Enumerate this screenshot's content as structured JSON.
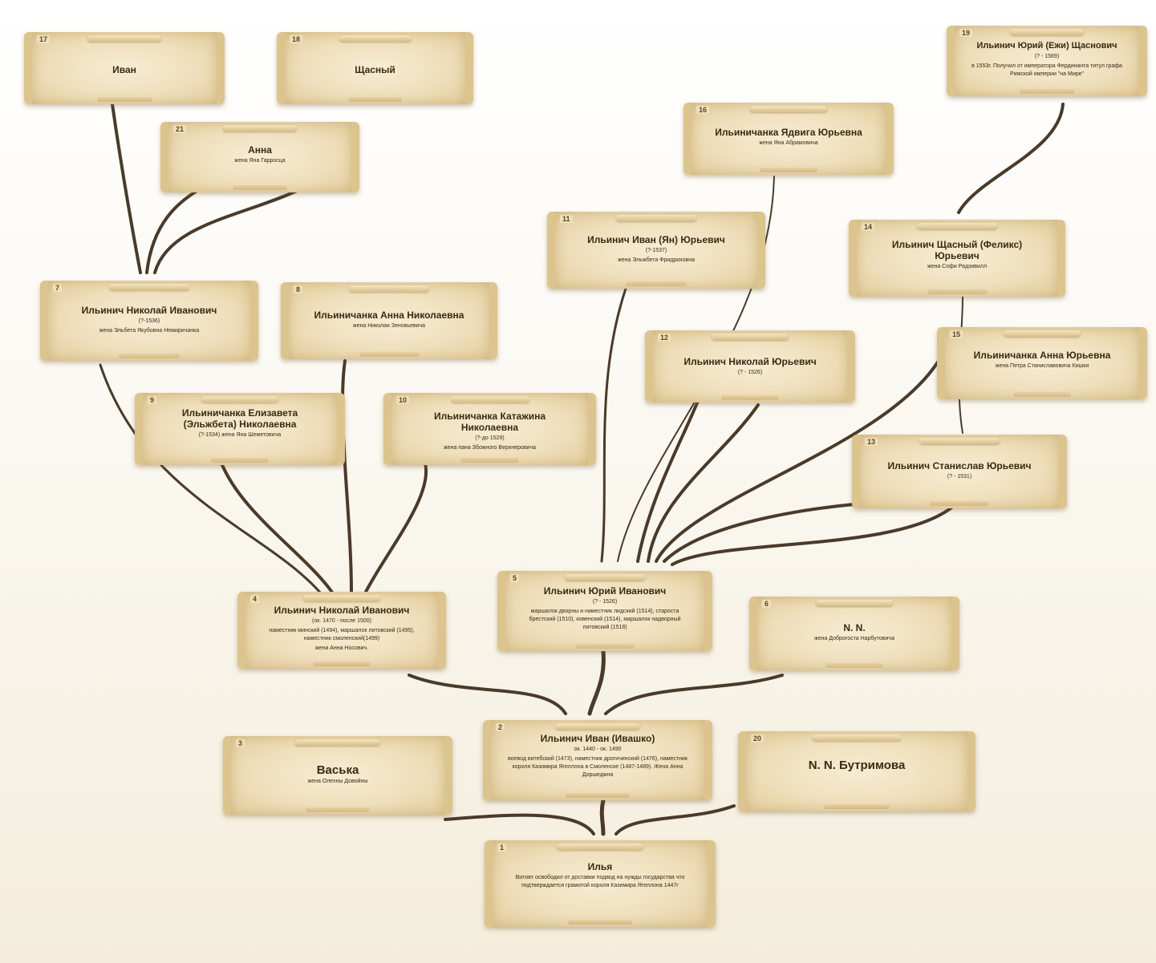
{
  "nodes": [
    {
      "id": "n17",
      "num": "17",
      "name": "Иван",
      "details": []
    },
    {
      "id": "n18",
      "num": "18",
      "name": "Щасный",
      "details": []
    },
    {
      "id": "n21",
      "num": "21",
      "name": "Анна",
      "details": [
        "жена Яна Гарросца"
      ]
    },
    {
      "id": "n7",
      "num": "7",
      "name": "Ильинич Николай Иванович",
      "details": [
        "(?-1536)",
        "жена Эльбета Якубовна Немиричанка"
      ]
    },
    {
      "id": "n8",
      "num": "8",
      "name": "Ильиничанка Анна Николаевна",
      "details": [
        "жена Николая Зеновьевича"
      ]
    },
    {
      "id": "n9",
      "num": "9",
      "name": "Ильиничанка Елизавета (Эльжбета) Николаевна",
      "details": [
        "(?-1534) жена Яна Шеметовича"
      ]
    },
    {
      "id": "n10",
      "num": "10",
      "name": "Ильиничанка Катажина Николаевна",
      "details": [
        "(?-до 1529)",
        "жена пана Збожного Верхнеровича"
      ]
    },
    {
      "id": "n11",
      "num": "11",
      "name": "Ильинич Иван (Ян) Юрьевич",
      "details": [
        "(?-1537)",
        "жена Эльжбета Фридриховна"
      ]
    },
    {
      "id": "n12",
      "num": "12",
      "name": "Ильинич Николай Юрьевич",
      "details": [
        "(? - 1526)"
      ]
    },
    {
      "id": "n13",
      "num": "13",
      "name": "Ильинич Станислав Юрьевич",
      "details": [
        "(? - 1531)"
      ]
    },
    {
      "id": "n14",
      "num": "14",
      "name": "Ильинич Щасный (Феликс) Юрьевич",
      "details": [
        "жена Софи Радзивилл"
      ]
    },
    {
      "id": "n15",
      "num": "15",
      "name": "Ильиничанка Анна Юрьевна",
      "details": [
        "жена Петра Станиславовича Кишки"
      ]
    },
    {
      "id": "n16",
      "num": "16",
      "name": "Ильиничанка Ядвига Юрьевна",
      "details": [
        "жена Яна Абрамовича"
      ]
    },
    {
      "id": "n19",
      "num": "19",
      "name": "Ильинич Юрий (Ежи) Щаснович",
      "details": [
        "(? - 1569)",
        "в 1553г. Получил от императора Фердинанта титул графа Римской империи \"на Мире\""
      ]
    },
    {
      "id": "n4",
      "num": "4",
      "name": "Ильинич Николай Иванович",
      "details": [
        "(ок. 1470 - после 1500)",
        "наместник минский (1494), маршалок литовский (1495), наместник смоленский(1499)",
        "жена Анна Носович."
      ]
    },
    {
      "id": "n5",
      "num": "5",
      "name": "Ильинич Юрий Иванович",
      "details": [
        "(? - 1526)",
        "маршалок дворны и наместник лидский (1514), староста брестский (1510), ковенский (1514), маршалок надворный литовский (1518)"
      ]
    },
    {
      "id": "n6",
      "num": "6",
      "name": "N. N.",
      "details": [
        "жена Доброгоста Нарбутовича"
      ]
    },
    {
      "id": "n3",
      "num": "3",
      "name": "Васька",
      "details": [
        "жена Олехны Довойны"
      ]
    },
    {
      "id": "n2",
      "num": "2",
      "name": "Ильинич Иван (Ивашко)",
      "details": [
        "ок. 1440 - ок. 1490",
        "воевод витебский (1473), наместник дрогичинский (1476), наместник короля Казимира Ягеллона в Смоленске (1487-1489). Жена Анна Доршеджна"
      ]
    },
    {
      "id": "n20",
      "num": "20",
      "name": "N. N. Бутримова",
      "details": []
    },
    {
      "id": "n1",
      "num": "1",
      "name": "Илья",
      "details": [
        "Витовт освободил от доставки подвод на нужды государства что подтверждается грамотой короля Казимира Ягеллона 1447г"
      ]
    }
  ],
  "colors": {
    "parchment": "#efdfbc",
    "parchment_edge": "#dcc48f",
    "line": "#4a3a2a",
    "text": "#3a2a14"
  }
}
